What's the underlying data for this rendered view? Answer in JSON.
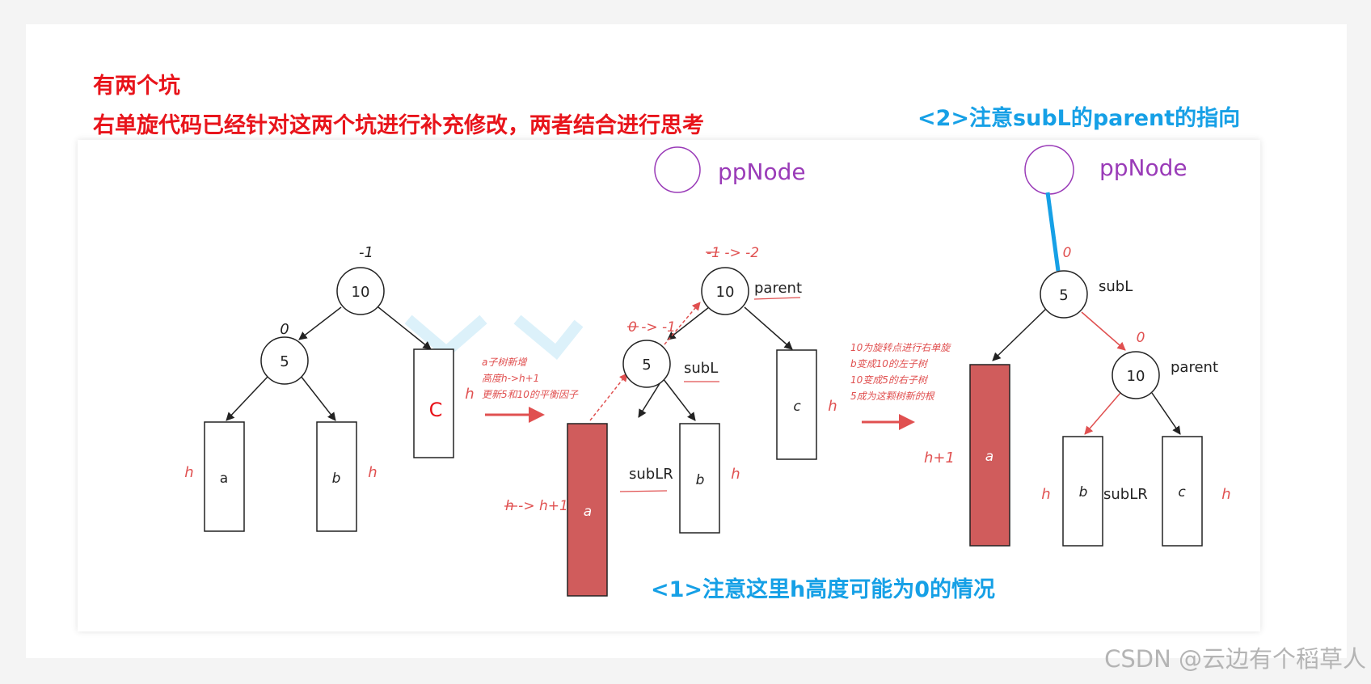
{
  "heading": {
    "line1": "有两个坑",
    "line2": "右单旋代码已经针对这两个坑进行补充修改，两者结合进行思考"
  },
  "note_top": "<2>注意subL的parent的指向",
  "note_bottom": "<1>注意这里h高度可能为0的情况",
  "watermark": "CSDN @云边有个稻草人",
  "labels": {
    "ppNode": "ppNode",
    "parent": "parent",
    "subL": "subL",
    "subLR": "subLR",
    "h": "h",
    "h_plus_1": "h+1",
    "h_to_h1": "h -> h+1",
    "bf_neg1": "-1",
    "bf_0": "0",
    "bf_neg1_to_neg2": "-1 -> -2",
    "bf_0_to_neg1": "0 -> -1"
  },
  "nodes": {
    "n10": "10",
    "n5": "5"
  },
  "subtrees": {
    "a": "a",
    "b": "b",
    "c": "c",
    "C": "C"
  },
  "step1_notes": [
    "a子树新增",
    "高度h->h+1",
    "更新5和10的平衡因子"
  ],
  "step2_notes": [
    "10为旋转点进行右单旋",
    "b变成10的左子树",
    "10变成5的右子树",
    "5成为这颗树新的根"
  ],
  "colors": {
    "heading_red": "#e8141b",
    "note_blue": "#16a0e6",
    "subtree_fill": "#d05c5c",
    "annotation_red": "#e05050",
    "ppnode_purple": "#9a3bb8",
    "watermark_gray": "#b4b4b4"
  }
}
